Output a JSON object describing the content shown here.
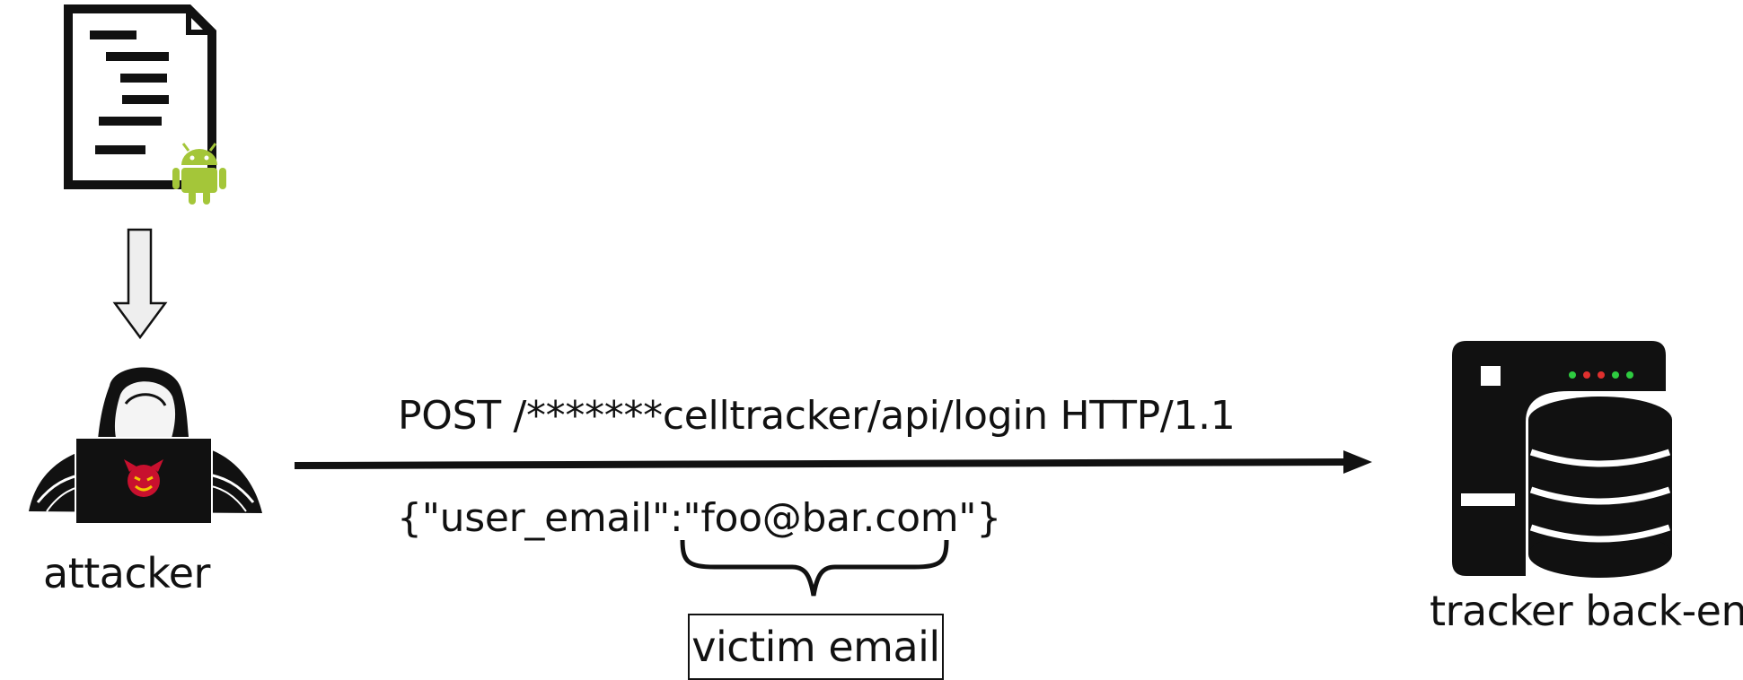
{
  "labels": {
    "attacker": "attacker",
    "backend": "tracker back-end",
    "request_line": "POST /*******celltracker/api/login HTTP/1.1",
    "payload": "{\"user_email\":\"foo@bar.com\"}",
    "callout": "victim email"
  },
  "icons": {
    "source": "android-apk-document-icon",
    "attacker": "hooded-hacker-laptop-icon",
    "backend": "server-database-icon",
    "download": "hollow-down-arrow-icon",
    "request": "request-arrow-icon",
    "brace": "curly-brace-icon"
  },
  "colors": {
    "ink": "#111111",
    "android_green": "#a4c639",
    "devil_red": "#c8102e",
    "led_green": "#2ecc40",
    "led_red": "#e0302e"
  }
}
